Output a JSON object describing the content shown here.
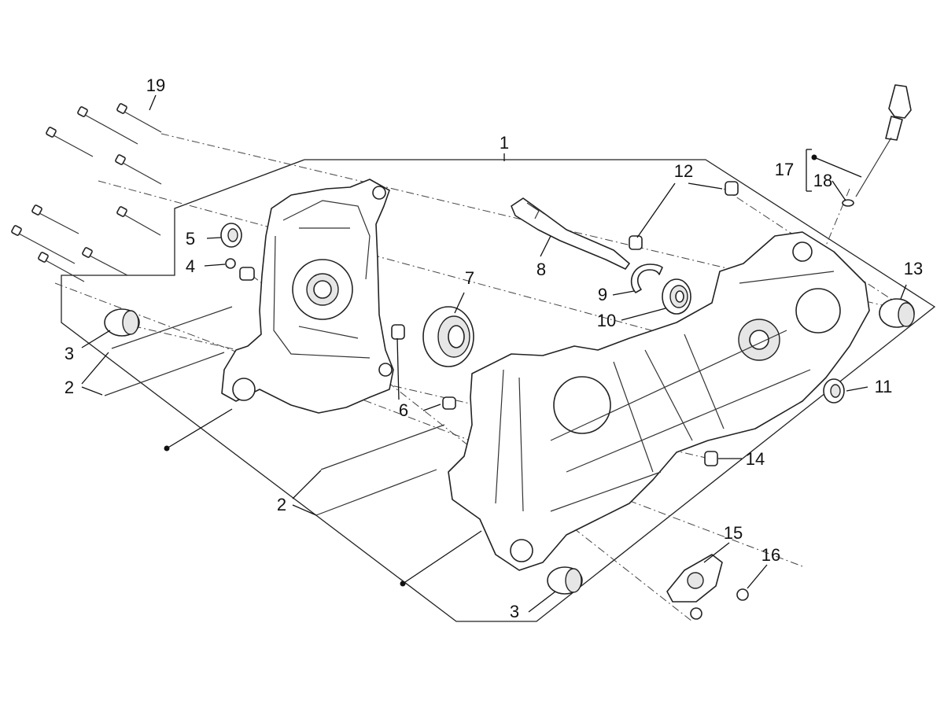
{
  "diagram": {
    "callouts": {
      "c1": "1",
      "c2a": "2",
      "c2b": "2",
      "c3a": "3",
      "c3b": "3",
      "c4": "4",
      "c5": "5",
      "c6": "6",
      "c7": "7",
      "c8": "8",
      "c9": "9",
      "c10": "10",
      "c11": "11",
      "c12": "12",
      "c13": "13",
      "c14": "14",
      "c15": "15",
      "c16": "16",
      "c17": "17",
      "c18": "18",
      "c19": "19"
    }
  }
}
